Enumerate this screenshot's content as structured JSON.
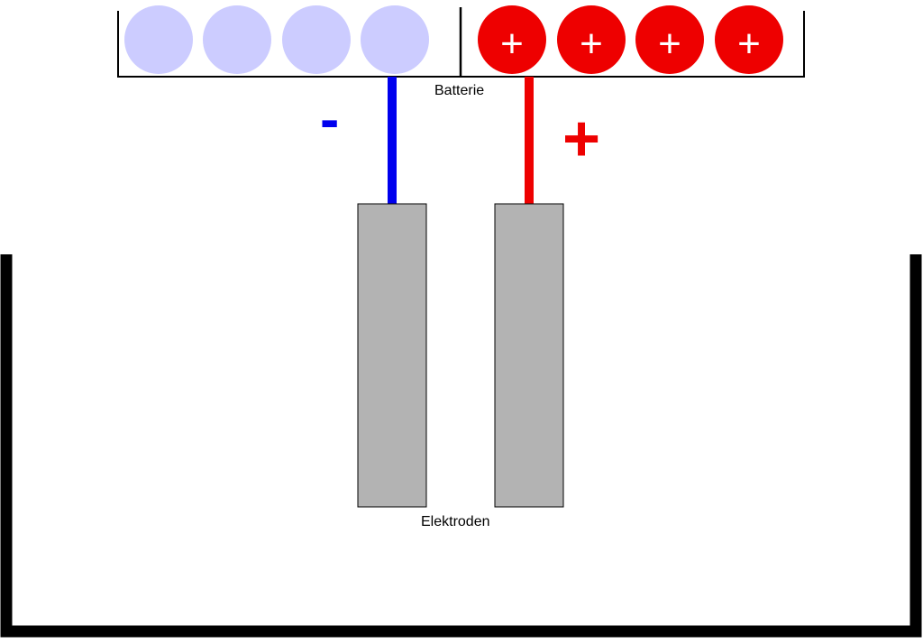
{
  "diagram": {
    "battery_label": "Batterie",
    "electrodes_label": "Elektroden",
    "negative_sign": "-",
    "positive_sign": "+",
    "charge_symbol": "+",
    "negative_charge_count": 4,
    "positive_charge_count": 4,
    "colors": {
      "negative_wire": "#0000ee",
      "positive_wire": "#ee0000",
      "negative_charge": "#ccccff",
      "positive_charge": "#ee0000",
      "electrode": "#b3b3b3",
      "outline": "#000000",
      "charge_symbol": "#ffffff"
    }
  }
}
